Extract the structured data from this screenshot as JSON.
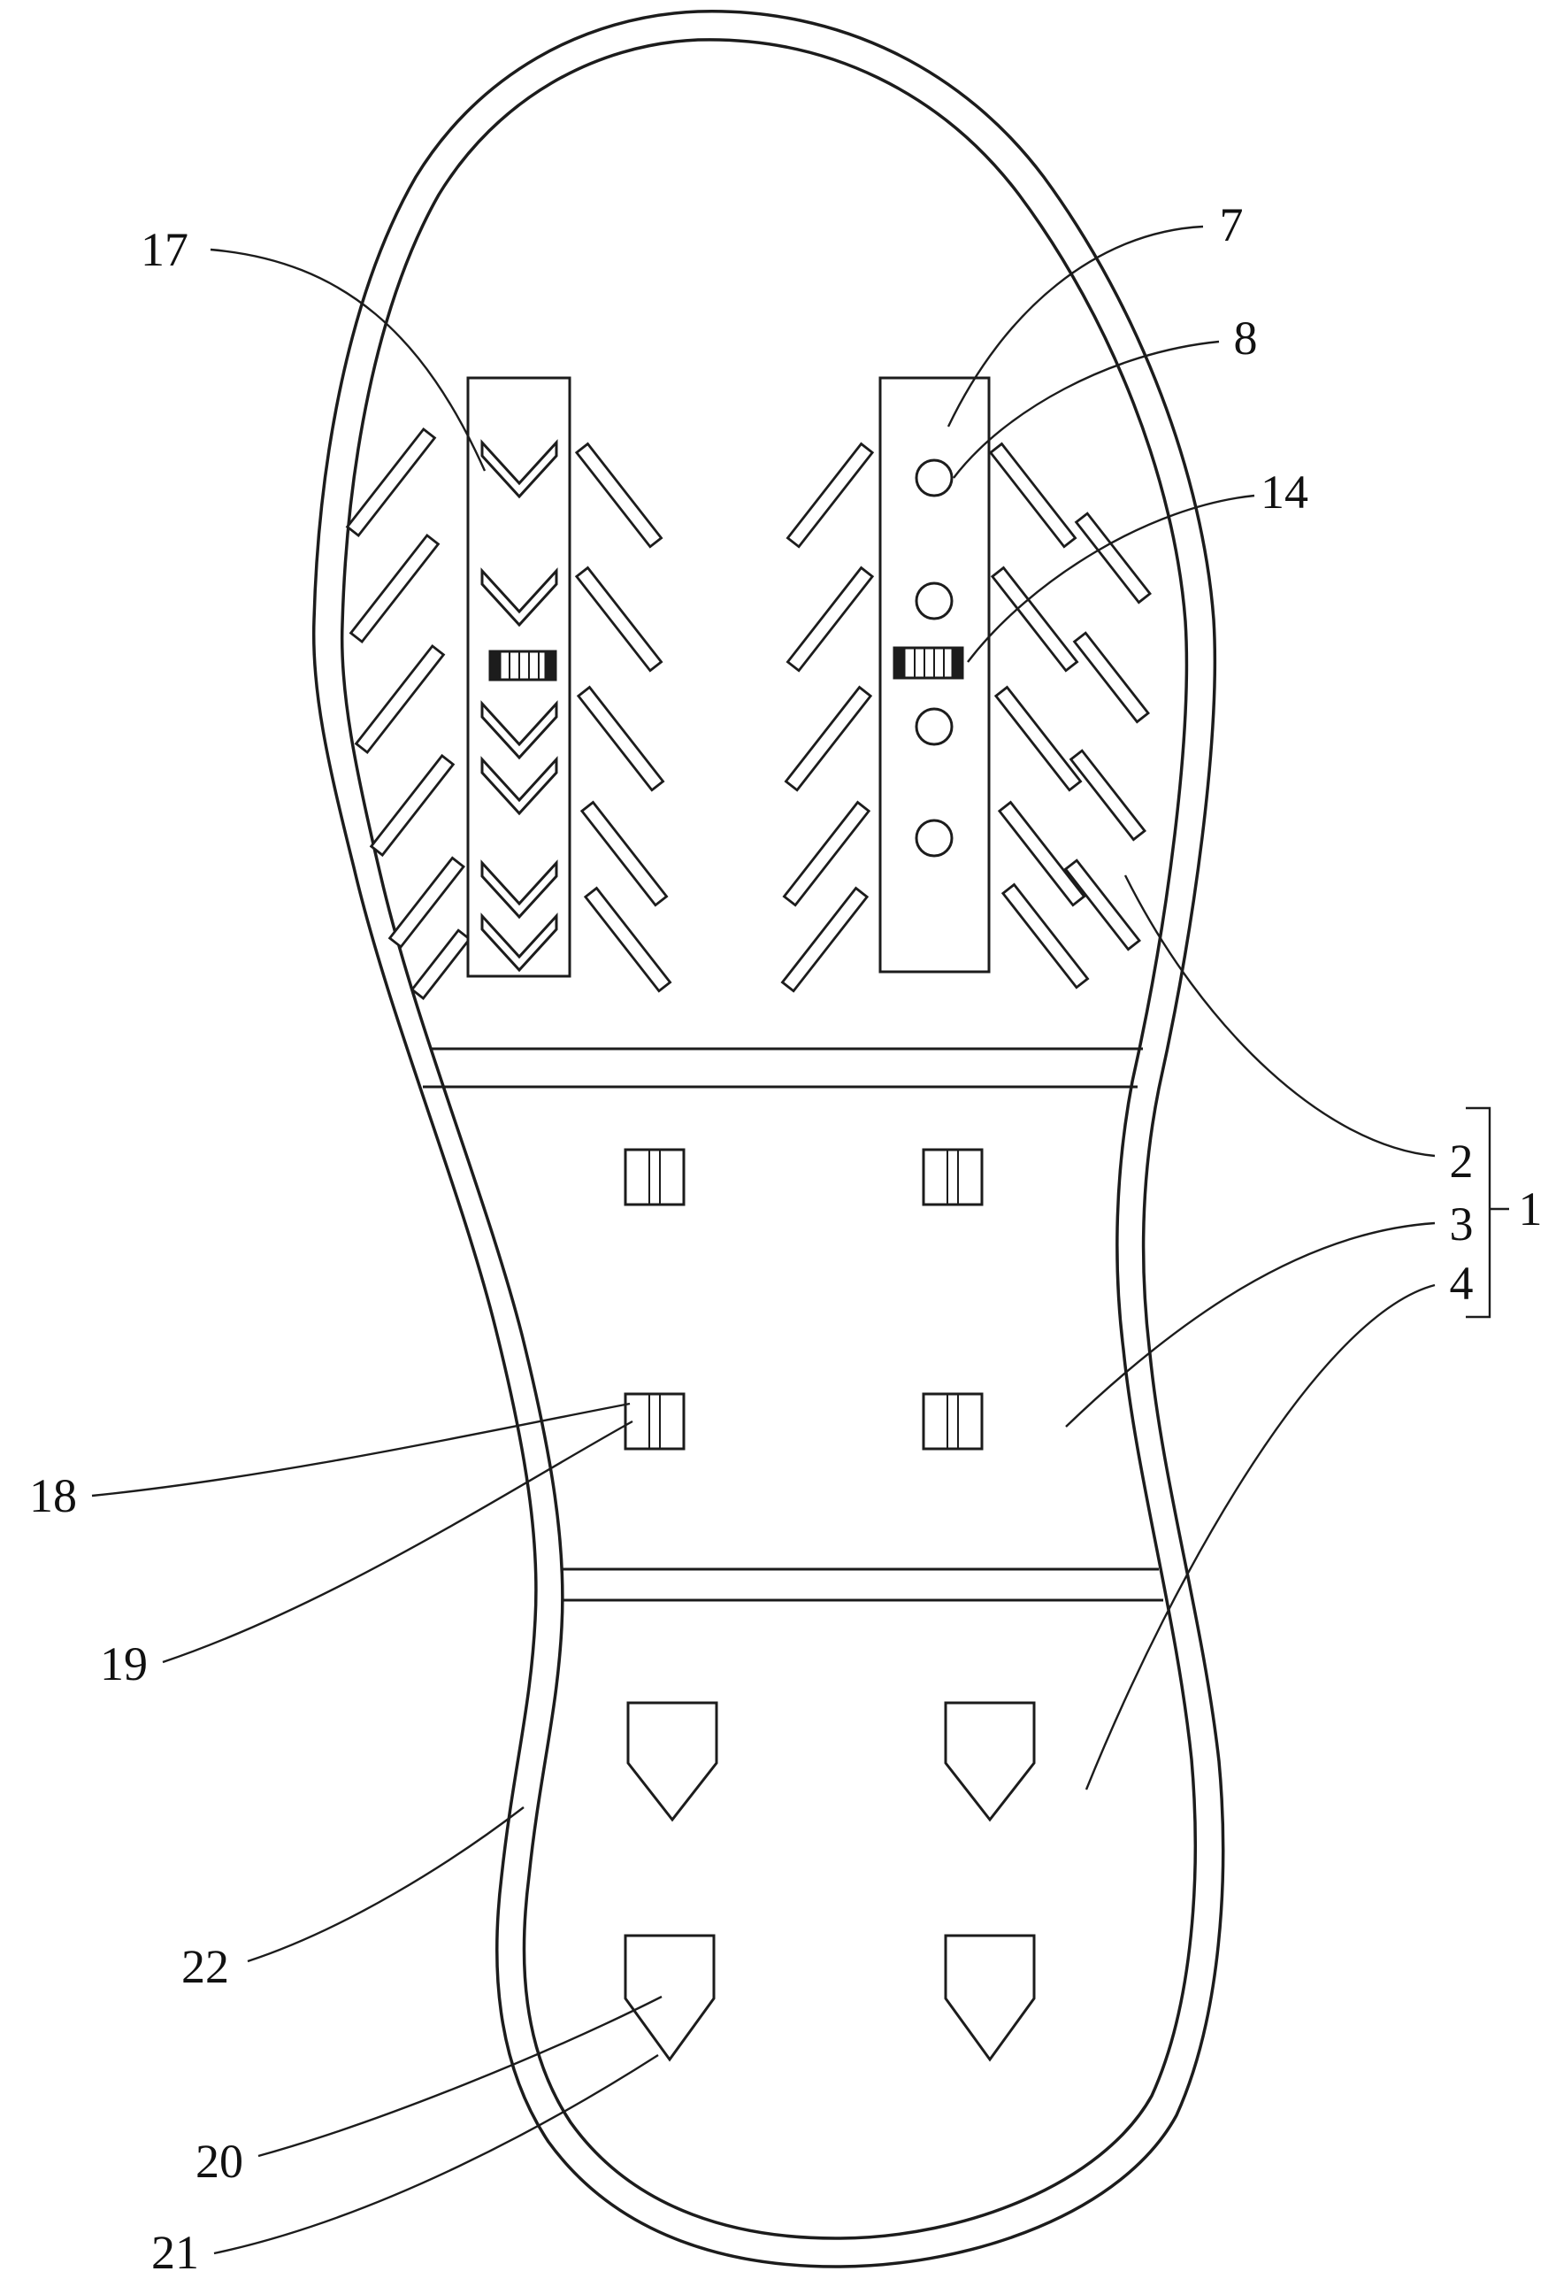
{
  "figure": {
    "kind": "patent line drawing",
    "subject": "shoe sole bottom view with tread pattern, cleats and reference numerals",
    "background_color": "#ffffff",
    "line_color": "#1c1c1c"
  },
  "reference_labels": {
    "r17": "17",
    "r7": "7",
    "r8": "8",
    "r14": "14",
    "r2": "2",
    "r1": "1",
    "r3": "3",
    "r4": "4",
    "r18": "18",
    "r19": "19",
    "r22": "22",
    "r20": "20",
    "r21": "21"
  }
}
